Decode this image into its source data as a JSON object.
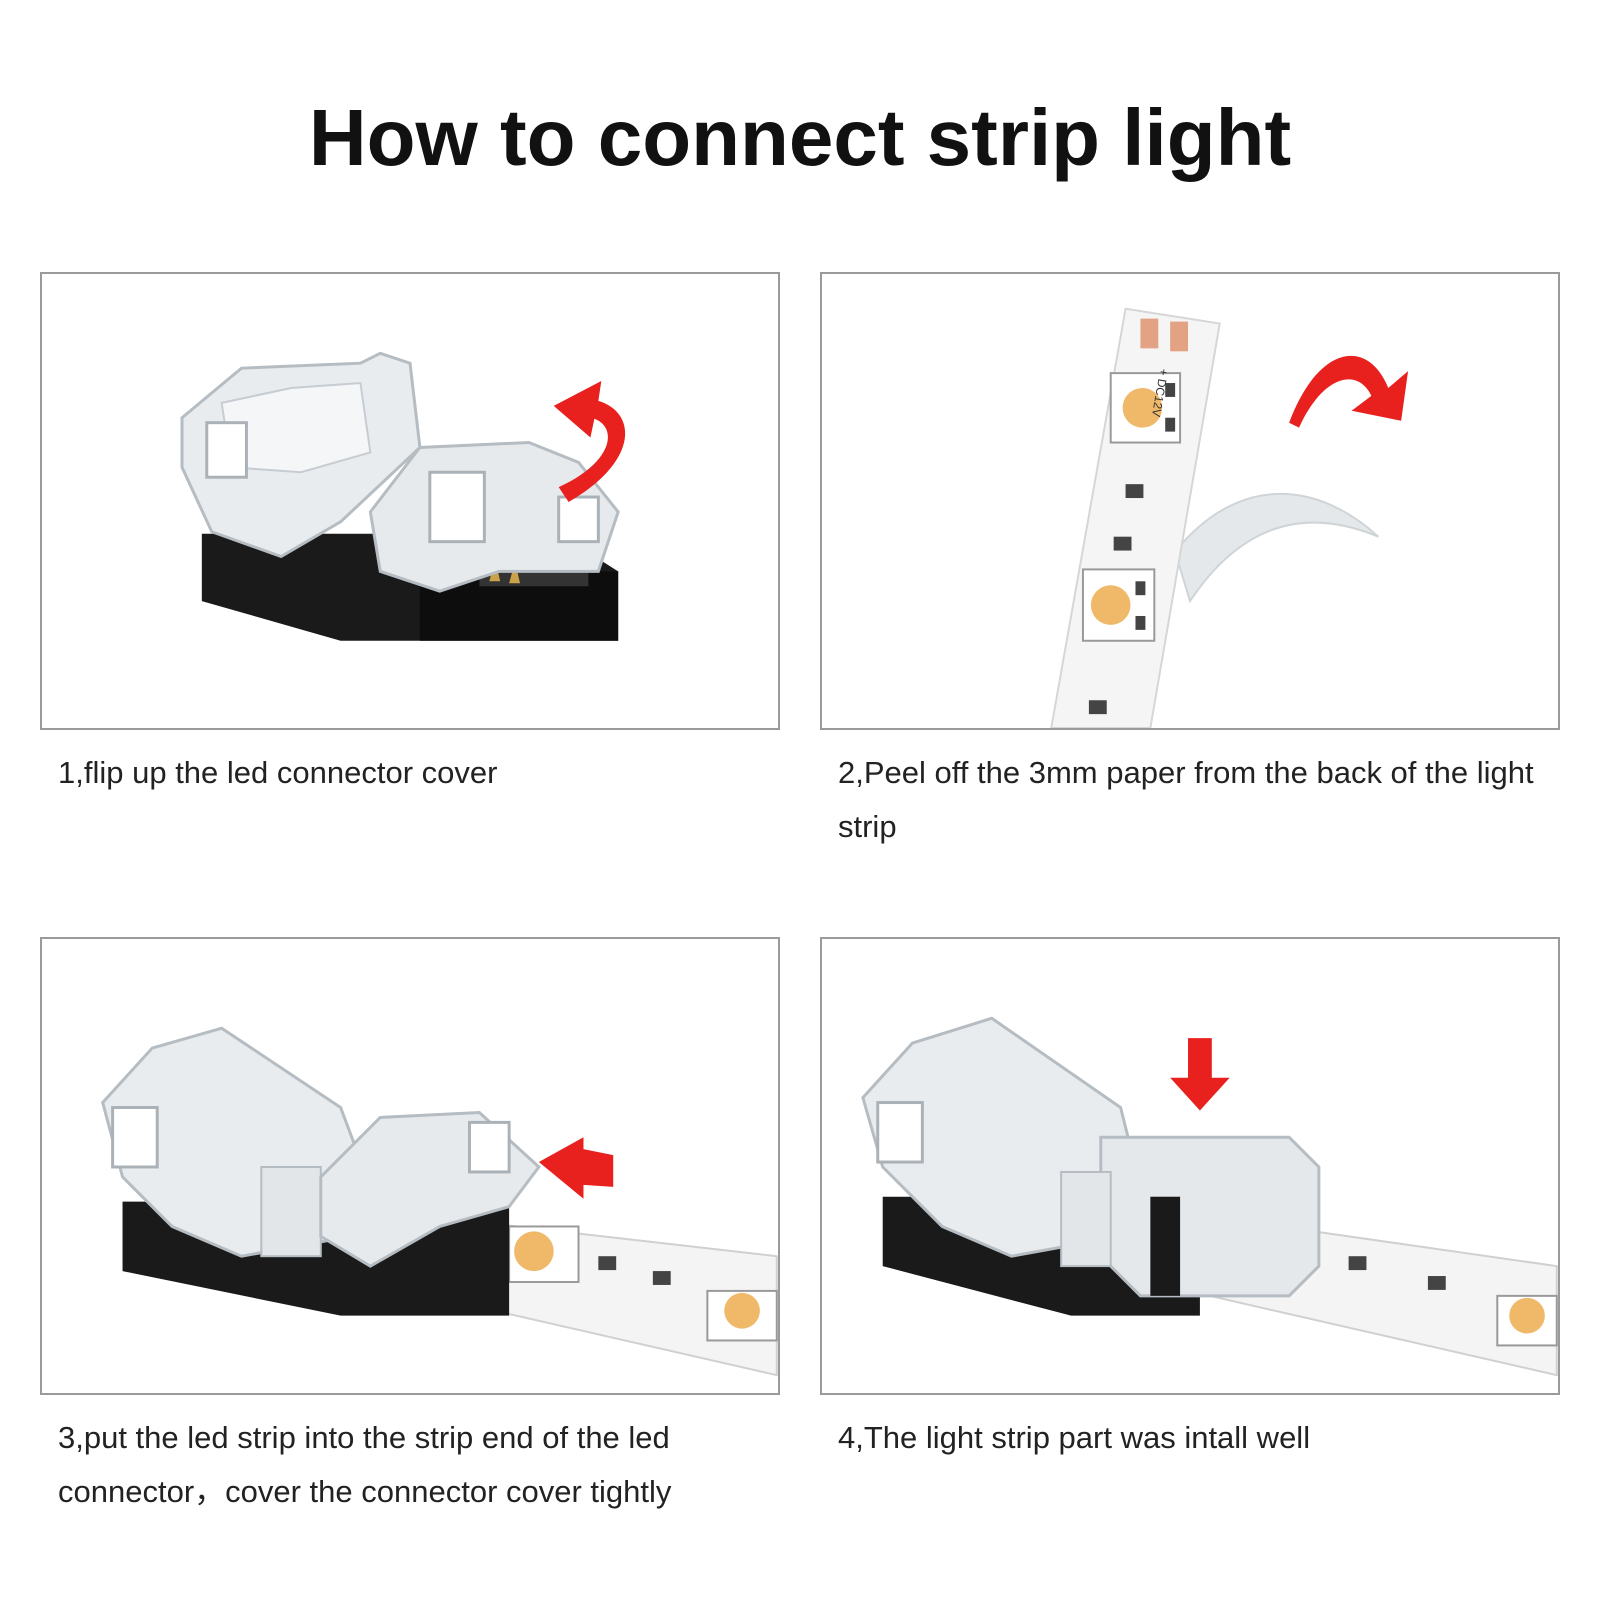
{
  "page": {
    "title": "How to connect strip light"
  },
  "steps": [
    {
      "caption": "1,flip up the led connector cover",
      "arrow_icon": "curved-arrow-up-icon"
    },
    {
      "caption": "2,Peel off the 3mm paper from the back of the light strip",
      "arrow_icon": "curved-arrow-right-icon",
      "strip_label": "+ DC12V"
    },
    {
      "caption": "3,put the led strip into the strip end of the led connector，cover the connector cover tightly",
      "arrow_icon": "arrow-left-icon"
    },
    {
      "caption": "4,The light strip part was intall well",
      "arrow_icon": "arrow-down-icon"
    }
  ],
  "colors": {
    "arrow": "#e8201e",
    "panel_border": "#9a9a9a",
    "connector_body": "#1a1a1a",
    "led": "#f0b96a"
  }
}
